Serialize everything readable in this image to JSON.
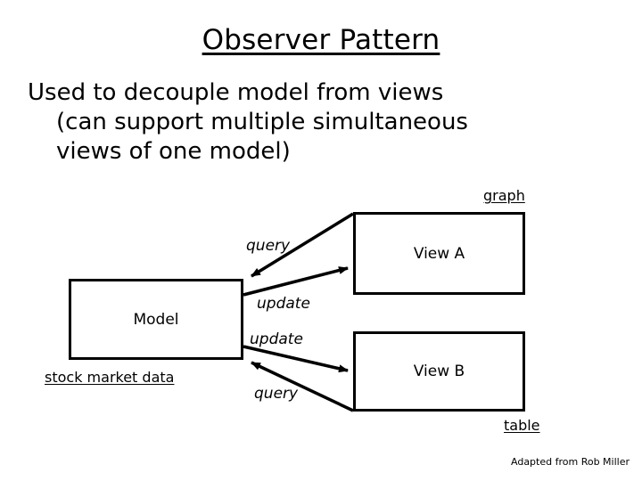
{
  "slide": {
    "title": "Observer Pattern",
    "body": {
      "line1": "Used to decouple model from views",
      "line2": "(can support multiple simultaneous",
      "line3": "views of one model)"
    },
    "footer": "Adapted from Rob Miller"
  },
  "diagram": {
    "boxes": [
      {
        "id": "model",
        "label": "Model"
      },
      {
        "id": "view_a",
        "label": "View A"
      },
      {
        "id": "view_b",
        "label": "View B"
      }
    ],
    "captions": {
      "graph": "graph",
      "table": "table",
      "stock_market_data": "stock market data"
    },
    "arrow_labels": {
      "query_top": "query",
      "update_top": "update",
      "update_bottom": "update",
      "query_bottom": "query"
    },
    "stroke_color": "#000000"
  }
}
